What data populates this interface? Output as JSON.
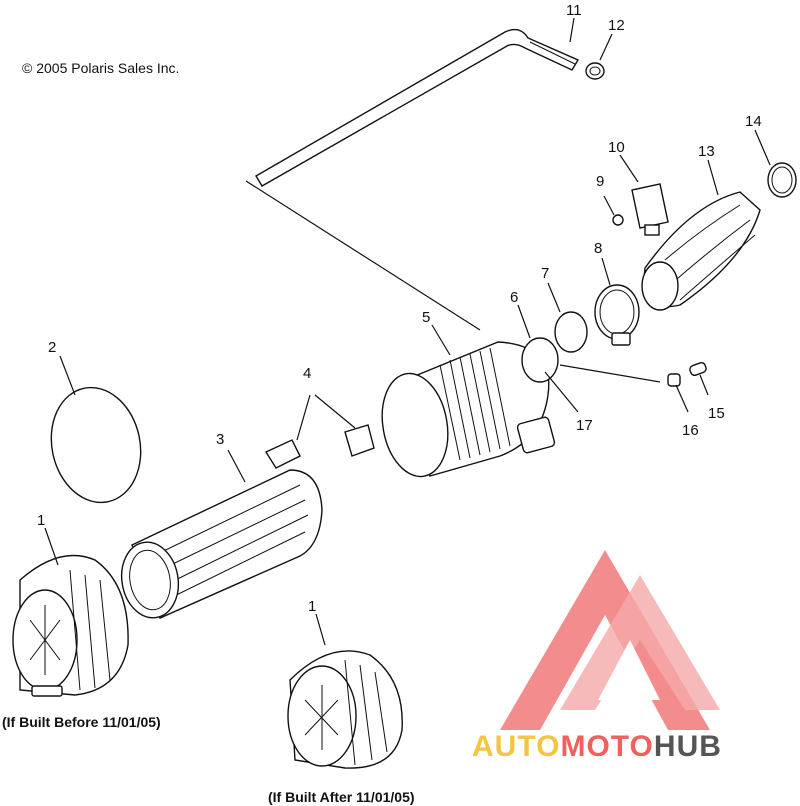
{
  "copyright": "© 2005 Polaris Sales Inc.",
  "callouts": [
    {
      "id": "c1a",
      "label": "1"
    },
    {
      "id": "c1b",
      "label": "1"
    },
    {
      "id": "c2",
      "label": "2"
    },
    {
      "id": "c3",
      "label": "3"
    },
    {
      "id": "c4",
      "label": "4"
    },
    {
      "id": "c5",
      "label": "5"
    },
    {
      "id": "c6",
      "label": "6"
    },
    {
      "id": "c7",
      "label": "7"
    },
    {
      "id": "c8",
      "label": "8"
    },
    {
      "id": "c9",
      "label": "9"
    },
    {
      "id": "c10",
      "label": "10"
    },
    {
      "id": "c11",
      "label": "11"
    },
    {
      "id": "c12",
      "label": "12"
    },
    {
      "id": "c13",
      "label": "13"
    },
    {
      "id": "c14",
      "label": "14"
    },
    {
      "id": "c15",
      "label": "15"
    },
    {
      "id": "c16",
      "label": "16"
    },
    {
      "id": "c17",
      "label": "17"
    }
  ],
  "notes": {
    "before": "(If Built Before 11/01/05)",
    "after": "(If Built After 11/01/05)"
  },
  "watermark": {
    "part1": "AUTO",
    "part2": "MOTO",
    "part3": "HUB",
    "colors": {
      "auto": "#f5c542",
      "moto": "#f0605f",
      "hub": "#555555",
      "logo": "#f27a7a"
    }
  }
}
